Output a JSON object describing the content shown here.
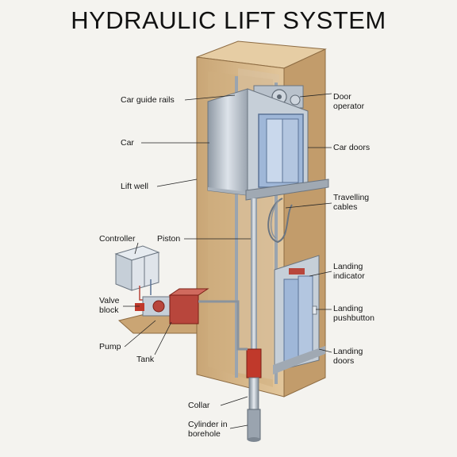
{
  "title": "HYDRAULIC LIFT SYSTEM",
  "labels": {
    "car_guide_rails": "Car guide rails",
    "car": "Car",
    "lift_well": "Lift well",
    "controller": "Controller",
    "piston": "Piston",
    "valve_block": "Valve block",
    "pump": "Pump",
    "tank": "Tank",
    "collar": "Collar",
    "cylinder_in_borehole": "Cylinder in borehole",
    "door_operator": "Door operator",
    "car_doors": "Car doors",
    "travelling_cables": "Travelling cables",
    "landing_indicator": "Landing indicator",
    "landing_pushbutton": "Landing pushbutton",
    "landing_doors": "Landing doors"
  },
  "colors": {
    "wood": "#d8b98c",
    "wood_dark": "#b08a5a",
    "steel": "#b9c2cc",
    "glass_blue": "#9fb7d8",
    "piston_red": "#c0392b",
    "pump_red": "#b8463c"
  }
}
